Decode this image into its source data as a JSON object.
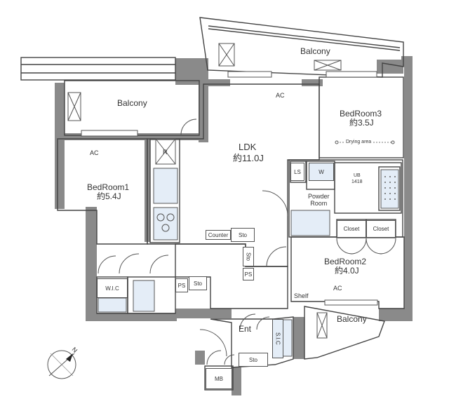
{
  "rooms": {
    "ldk_name": "LDK",
    "ldk_size": "約11.0J",
    "bed1_name": "BedRoom1",
    "bed1_size": "約5.4J",
    "bed2_name": "BedRoom2",
    "bed2_size": "約4.0J",
    "bed3_name": "BedRoom3",
    "bed3_size": "約3.5J",
    "powder": "Powder\nRoom",
    "ent": "Ent",
    "wic": "W.I.C",
    "sic": "S.I.C",
    "mb": "MB"
  },
  "balconies": {
    "top": "Balcony",
    "left": "Balcony",
    "bottom": "Balcony"
  },
  "fixtures": {
    "ac": "AC",
    "r": "R",
    "counter": "Counter",
    "sto": "Sto",
    "ps": "PS",
    "ls": "LS",
    "w": "W",
    "ub": "UB",
    "ub_size": "1418",
    "closet": "Closet",
    "shelf": "Shelf",
    "drying": "Drying area"
  },
  "compass": {
    "north": "N"
  },
  "colors": {
    "wall": "#8a8a8a",
    "blue_fill": "#e4edf7",
    "line": "#444444"
  }
}
